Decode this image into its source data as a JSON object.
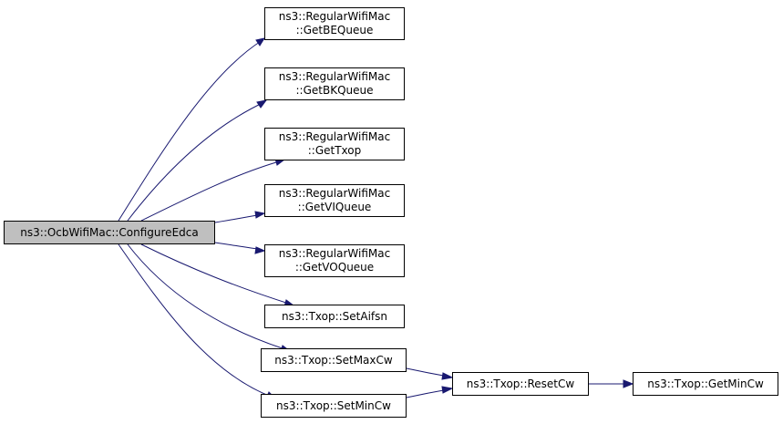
{
  "graph": {
    "edge_color": "#191970",
    "root": {
      "line1": "ns3::OcbWifiMac::ConfigureEdca"
    },
    "nodes": [
      {
        "line1": "ns3::RegularWifiMac",
        "line2": "::GetBEQueue"
      },
      {
        "line1": "ns3::RegularWifiMac",
        "line2": "::GetBKQueue"
      },
      {
        "line1": "ns3::RegularWifiMac",
        "line2": "::GetTxop"
      },
      {
        "line1": "ns3::RegularWifiMac",
        "line2": "::GetVIQueue"
      },
      {
        "line1": "ns3::RegularWifiMac",
        "line2": "::GetVOQueue"
      },
      {
        "line1": "ns3::Txop::SetAifsn"
      },
      {
        "line1": "ns3::Txop::SetMaxCw"
      },
      {
        "line1": "ns3::Txop::SetMinCw"
      },
      {
        "line1": "ns3::Txop::ResetCw"
      },
      {
        "line1": "ns3::Txop::GetMinCw"
      }
    ]
  }
}
